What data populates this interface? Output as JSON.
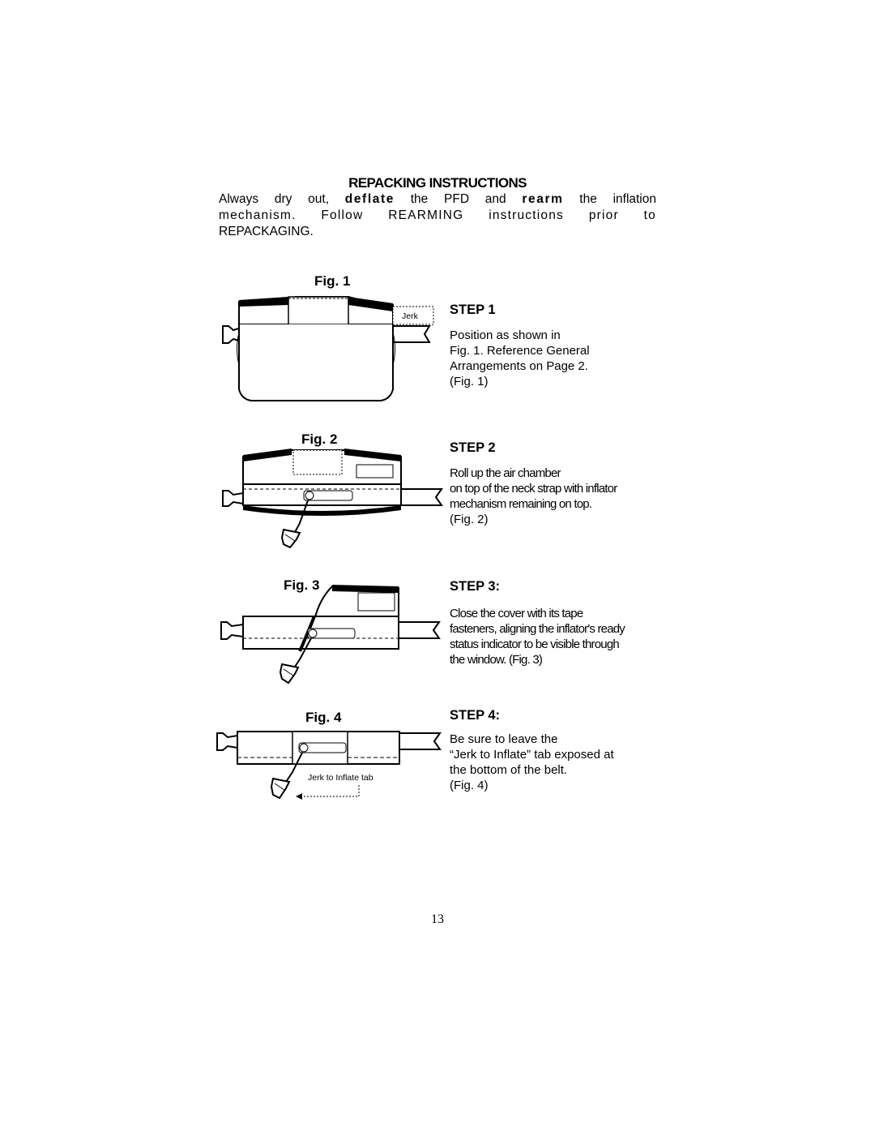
{
  "title": "REPACKING INSTRUCTIONS",
  "intro": {
    "line1_a": "Always dry out,",
    "line1_b": "deflate",
    "line1_c": "the PFD and",
    "line1_d": "rearm",
    "line1_e": "the inflation",
    "line2": "mechanism. Follow REARMING instructions prior to",
    "line3": "REPACKAGING."
  },
  "steps": [
    {
      "fig_label": "Fig. 1",
      "callout": "Jerk",
      "step_label": "STEP 1",
      "lines": [
        "Position as shown in",
        "Fig. 1.  Reference General",
        " Arrangements on Page 2.",
        "(Fig. 1)"
      ]
    },
    {
      "fig_label": "Fig. 2",
      "step_label": "STEP 2",
      "lines": [
        "Roll up the air chamber",
        "on top of the neck strap with inflator",
        "mechanism remaining on top.",
        "(Fig. 2)"
      ]
    },
    {
      "fig_label": "Fig. 3",
      "step_label": "STEP 3:",
      "lines": [
        "Close the cover with its tape",
        "fasteners, aligning the inflator's ready",
        "status indicator to be visible through",
        "the window.  (Fig. 3)"
      ]
    },
    {
      "fig_label": "Fig. 4",
      "callout": "Jerk to Inflate tab",
      "step_label": "STEP 4:",
      "lines": [
        "Be sure to leave the",
        "“Jerk to Inflate” tab exposed at",
        " the bottom of the belt.",
        "(Fig. 4)"
      ]
    }
  ],
  "page_number": "13"
}
